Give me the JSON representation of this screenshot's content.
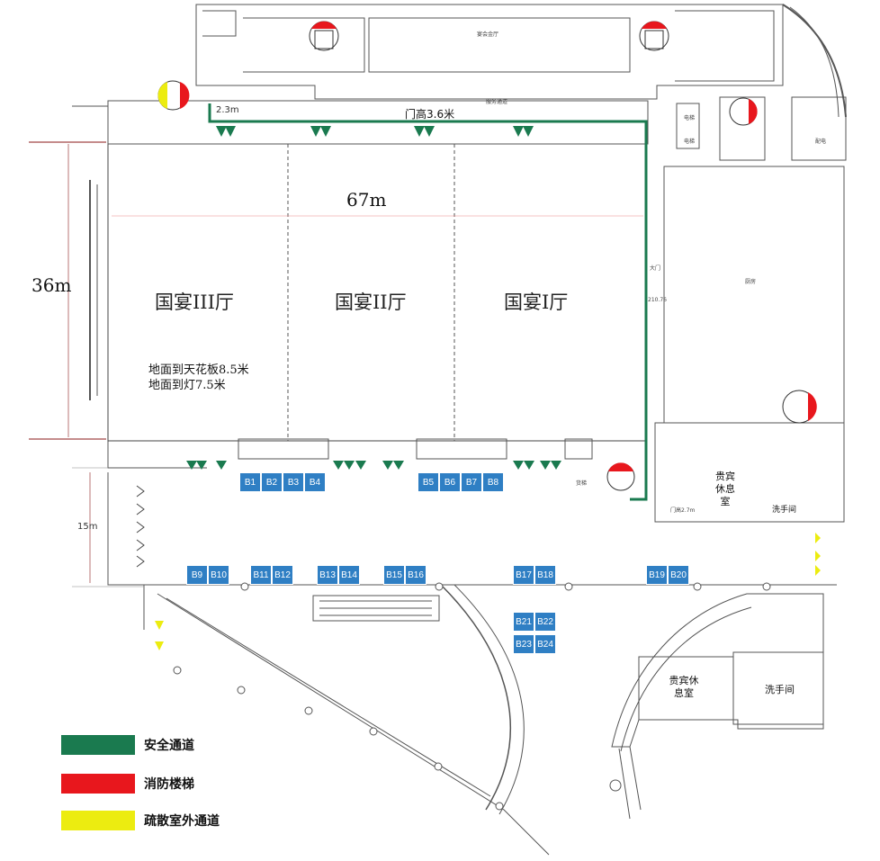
{
  "halls": [
    {
      "id": "hall-3",
      "name": "国宴III厅"
    },
    {
      "id": "hall-2",
      "name": "国宴II厅"
    },
    {
      "id": "hall-1",
      "name": "国宴I厅"
    }
  ],
  "dimensions": {
    "width": "67m",
    "depth": "36m",
    "foyer_depth": "15m",
    "door_height": "门高3.6米",
    "corridor_width": "2.3m",
    "ceiling_height": "地面到天花板8.5米",
    "light_height": "地面到灯7.5米"
  },
  "rooms": {
    "vip_lounge_upper": "贵宾休息室",
    "restroom_upper": "洗手间",
    "vip_lounge_lower": "贵宾休息室",
    "restroom_lower": "洗手间",
    "elevator": "电梯",
    "elevator_2": "电梯",
    "service_elevator": "货梯",
    "top_hall": "宴会金厅",
    "corridor": "服务通道",
    "kitchen": "厨房",
    "back_door": "大门",
    "side_door": "门高2.7m",
    "dim_small": "210.76",
    "power": "配电"
  },
  "booths": [
    "B1",
    "B2",
    "B3",
    "B4",
    "B5",
    "B6",
    "B7",
    "B8",
    "B9",
    "B10",
    "B11",
    "B12",
    "B13",
    "B14",
    "B15",
    "B16",
    "B17",
    "B18",
    "B19",
    "B20",
    "B21",
    "B22",
    "B23",
    "B24"
  ],
  "legend": [
    {
      "label": "安全通道",
      "color": "#1a7a4f"
    },
    {
      "label": "消防楼梯",
      "color": "#e8171d"
    },
    {
      "label": "疏散室外通道",
      "color": "#ecec10"
    }
  ]
}
